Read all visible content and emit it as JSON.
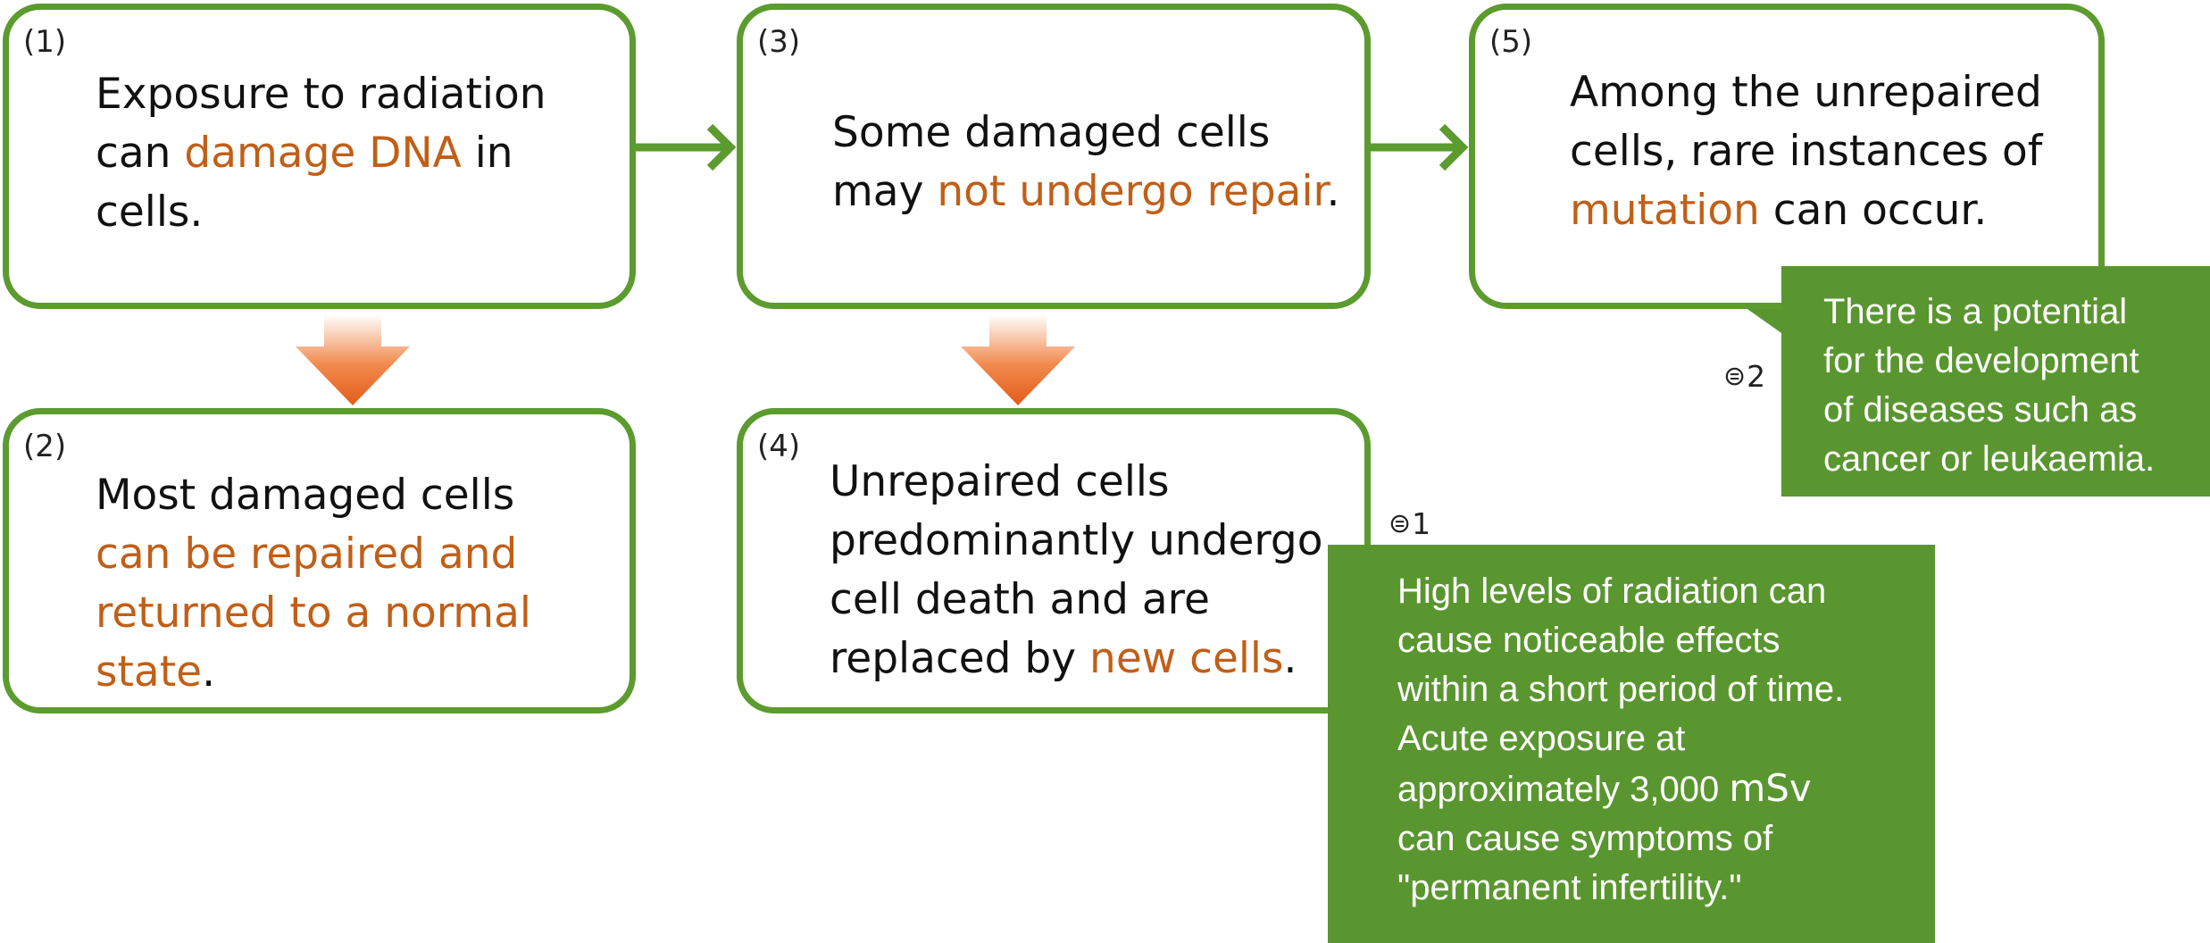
{
  "colors": {
    "box_border": "#5c9b2e",
    "highlight_text": "#c15f17",
    "callout_bg": "#5a9630",
    "down_arrow": "#e35c1a"
  },
  "steps": [
    {
      "number": "(1)",
      "parts": [
        " Exposure to radiation",
        "can ",
        "damage DNA",
        " in",
        "cells."
      ]
    },
    {
      "number": "(2)",
      "parts": [
        "Most damaged cells",
        "can be repaired and",
        "returned to a normal",
        "state",
        "."
      ]
    },
    {
      "number": "(3)",
      "parts": [
        "Some damaged cells",
        "may ",
        "not undergo repair",
        "."
      ]
    },
    {
      "number": "(4)",
      "parts": [
        "Unrepaired cells",
        "predominantly undergo",
        "cell death and are",
        "replaced by ",
        "new cells",
        "."
      ]
    },
    {
      "number": "(5)",
      "parts": [
        "Among the unrepaired",
        "cells, rare instances of",
        "mutation",
        " can occur."
      ]
    }
  ],
  "callouts": [
    {
      "marker_icon": "circled-dot-icon",
      "marker_label": "2",
      "lines": [
        "There is a potential",
        "for the development",
        "of diseases such as",
        "cancer or leukaemia."
      ]
    },
    {
      "marker_icon": "circled-dot-icon",
      "marker_label": "1",
      "lines": [
        "High levels of radiation can",
        "cause noticeable effects",
        "within a short period of time.",
        "Acute exposure at",
        "approximately 3,000 ",
        "mSv",
        "can cause symptoms of",
        "\"permanent infertility.\""
      ]
    }
  ]
}
